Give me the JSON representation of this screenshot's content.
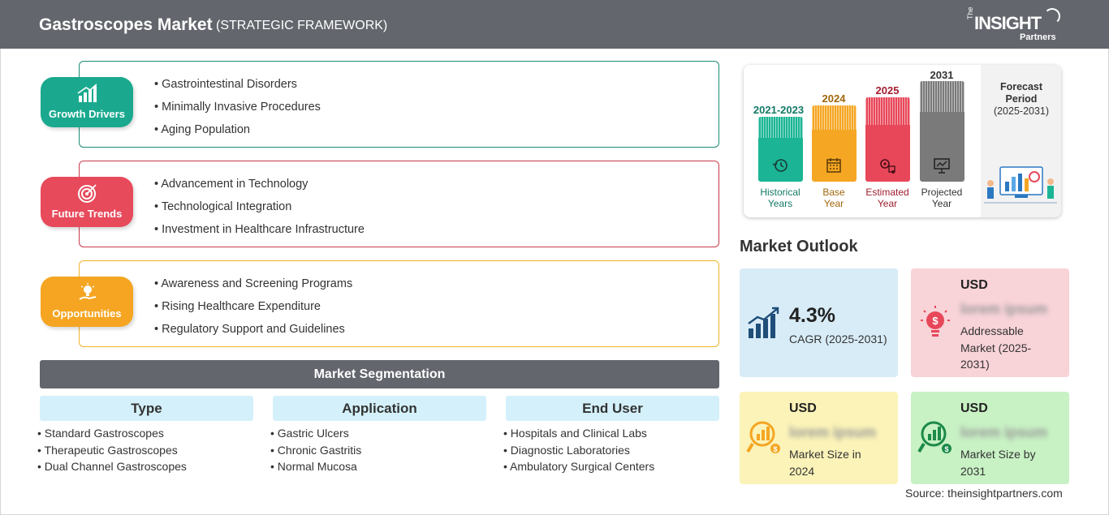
{
  "header": {
    "title": "Gastroscopes Market",
    "subtitle": "(STRATEGIC FRAMEWORK)",
    "logo": {
      "the": "The",
      "word": "INSIGHT",
      "partners": "Partners"
    }
  },
  "framework": [
    {
      "label": "Growth Drivers",
      "color": "#1aa98e",
      "border": "#1c8a74",
      "icon": "bar-growth-icon",
      "items": [
        "Gastrointestinal Disorders",
        "Minimally Invasive Procedures",
        "Aging Population"
      ]
    },
    {
      "label": "Future Trends",
      "color": "#e74a5b",
      "border": "#c8394a",
      "icon": "target-icon",
      "items": [
        "Advancement in Technology",
        "Technological Integration",
        "Investment in Healthcare Infrastructure"
      ]
    },
    {
      "label": "Opportunities",
      "color": "#f5a521",
      "border": "#f0b429",
      "icon": "lightbulb-hand-icon",
      "items": [
        "Awareness and Screening Programs",
        "Rising Healthcare Expenditure",
        "Regulatory Support and Guidelines"
      ]
    }
  ],
  "segmentation": {
    "title": "Market Segmentation",
    "columns": [
      {
        "head": "Type",
        "items": [
          "Standard Gastroscopes",
          "Therapeutic Gastroscopes",
          "Dual Channel Gastroscopes"
        ]
      },
      {
        "head": "Application",
        "items": [
          "Gastric Ulcers",
          "Chronic Gastritis",
          "Normal Mucosa"
        ]
      },
      {
        "head": "End User",
        "items": [
          "Hospitals and Clinical Labs",
          "Diagnostic Laboratories",
          "Ambulatory Surgical Centers"
        ]
      }
    ]
  },
  "timeline": {
    "bars": [
      {
        "year": "2021-2023",
        "label_l1": "Historical",
        "label_l2": "Years",
        "color": "#1bb595",
        "text_color": "#137a66",
        "icon": "history-clock-icon"
      },
      {
        "year": "2024",
        "label_l1": "Base",
        "label_l2": "Year",
        "color": "#f5a623",
        "text_color": "#a0660a",
        "icon": "calendar-icon"
      },
      {
        "year": "2025",
        "label_l1": "Estimated",
        "label_l2": "Year",
        "color": "#e8475a",
        "text_color": "#a11d2f",
        "icon": "estimate-gear-icon"
      },
      {
        "year": "2031",
        "label_l1": "Projected",
        "label_l2": "Year",
        "color": "#7a7a7a",
        "text_color": "#333333",
        "icon": "projection-board-icon"
      }
    ],
    "forecast": {
      "l1": "Forecast",
      "l2": "Period",
      "l3": "(2025-2031)"
    }
  },
  "outlook": {
    "title": "Market Outlook",
    "cagr": {
      "value": "4.3%",
      "label": "CAGR (2025-2031)",
      "bg": "#d8ecf7"
    },
    "addressable": {
      "usd": "USD",
      "blur": "lorem ipsum",
      "l1": "Addressable",
      "l2": "Market (2025-",
      "l3": "2031)",
      "bg": "#f8d3d8"
    },
    "size2024": {
      "usd": "USD",
      "blur": "lorem ipsum",
      "l1": "Market Size in",
      "l2": "2024",
      "bg": "#fbf3b8"
    },
    "size2031": {
      "usd": "USD",
      "blur": "lorem ipsum",
      "l1": "Market Size by",
      "l2": "2031",
      "bg": "#c8f1c4"
    }
  },
  "source": "Source: theinsightpartners.com"
}
